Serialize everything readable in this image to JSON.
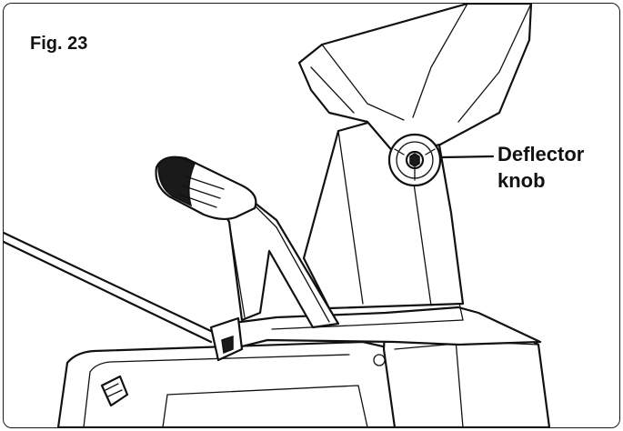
{
  "figure": {
    "label": "Fig. 23"
  },
  "callouts": {
    "deflector_knob": {
      "line1": "Deflector",
      "line2": "knob"
    }
  },
  "colors": {
    "ink": "#111111",
    "background": "#ffffff"
  }
}
